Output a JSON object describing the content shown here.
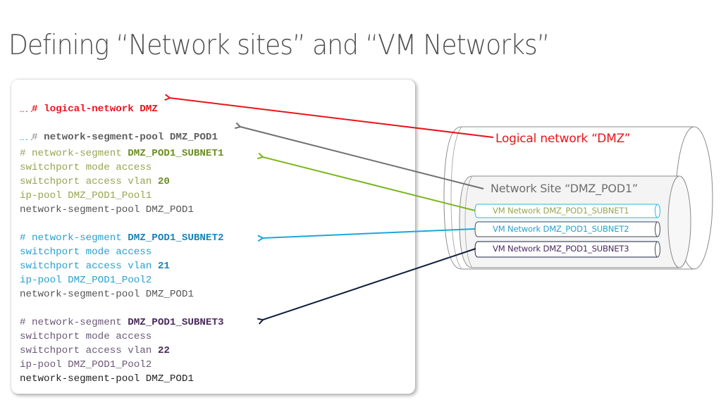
{
  "title": "Defining “Network sites” and “VM Networks”",
  "colors": {
    "red": "#e8141b",
    "grey": "#707070",
    "green": "#7ab51d",
    "green_text": "#98a553",
    "green_bold": "#6b8e23",
    "blue": "#1aa8dc",
    "blue_text": "#2aa0cf",
    "blue_bold": "#1b84b8",
    "navy": "#0f1e3c",
    "purple_text": "#6d5a78",
    "purple_bold": "#4b2a5e",
    "plain_text": "#555555"
  },
  "code": {
    "logical_network": {
      "hash": "# ",
      "keyword": "logical-network DMZ"
    },
    "ellipsis_1": "…..",
    "pool": {
      "hash": "# ",
      "keyword": "network-segment-pool DMZ_POD1"
    },
    "ellipsis_2": "…..",
    "segments": [
      {
        "prefix": "# network-segment ",
        "name": "DMZ_POD1_SUBNET1",
        "mode": "switchport mode access",
        "vlan_prefix": "switchport access vlan ",
        "vlan": "20",
        "ip_pool": "ip-pool DMZ_POD1_Pool1",
        "pool_ref": "network-segment-pool DMZ_POD1"
      },
      {
        "prefix": "# network-segment ",
        "name": "DMZ_POD1_SUBNET2",
        "mode": "switchport mode access",
        "vlan_prefix": "switchport access vlan ",
        "vlan": "21",
        "ip_pool": "ip-pool DMZ_POD1_Pool2",
        "pool_ref": "network-segment-pool DMZ_POD1"
      },
      {
        "prefix": "# network-segment ",
        "name": "DMZ_POD1_SUBNET3",
        "mode": "switchport mode access",
        "vlan_prefix": "switchport access vlan ",
        "vlan": "22",
        "ip_pool": "ip-pool DMZ_POD1_Pool2",
        "pool_ref": "network-segment-pool DMZ_POD1"
      }
    ]
  },
  "diagram": {
    "logical_network_label": "Logical network “DMZ”",
    "network_site_label": "Network Site “DMZ_POD1”",
    "vm_networks": [
      "VM Network DMZ_POD1_SUBNET1",
      "VM Network DMZ_POD1_SUBNET2",
      "VM Network DMZ_POD1_SUBNET3"
    ]
  }
}
